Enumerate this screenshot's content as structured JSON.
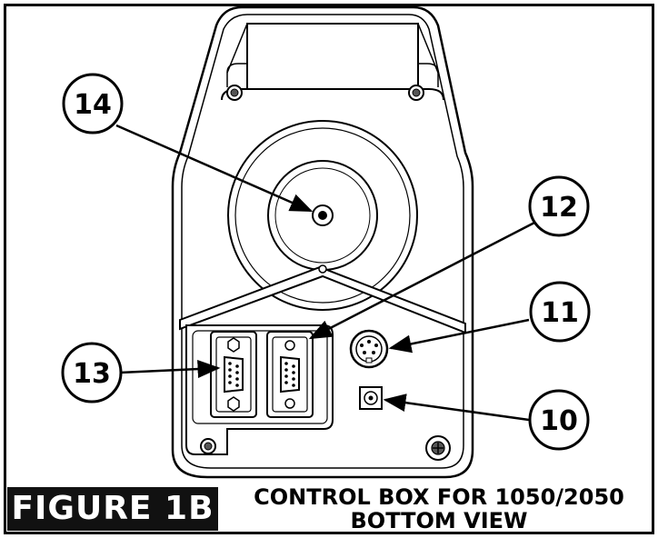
{
  "callouts": [
    {
      "id": "callout-14",
      "label": "14"
    },
    {
      "id": "callout-12",
      "label": "12"
    },
    {
      "id": "callout-11",
      "label": "11"
    },
    {
      "id": "callout-13",
      "label": "13"
    },
    {
      "id": "callout-10",
      "label": "10"
    }
  ],
  "figure": {
    "label": "FIGURE 1B",
    "caption_line1": "CONTROL BOX FOR 1050/2050",
    "caption_line2": "BOTTOM VIEW"
  }
}
